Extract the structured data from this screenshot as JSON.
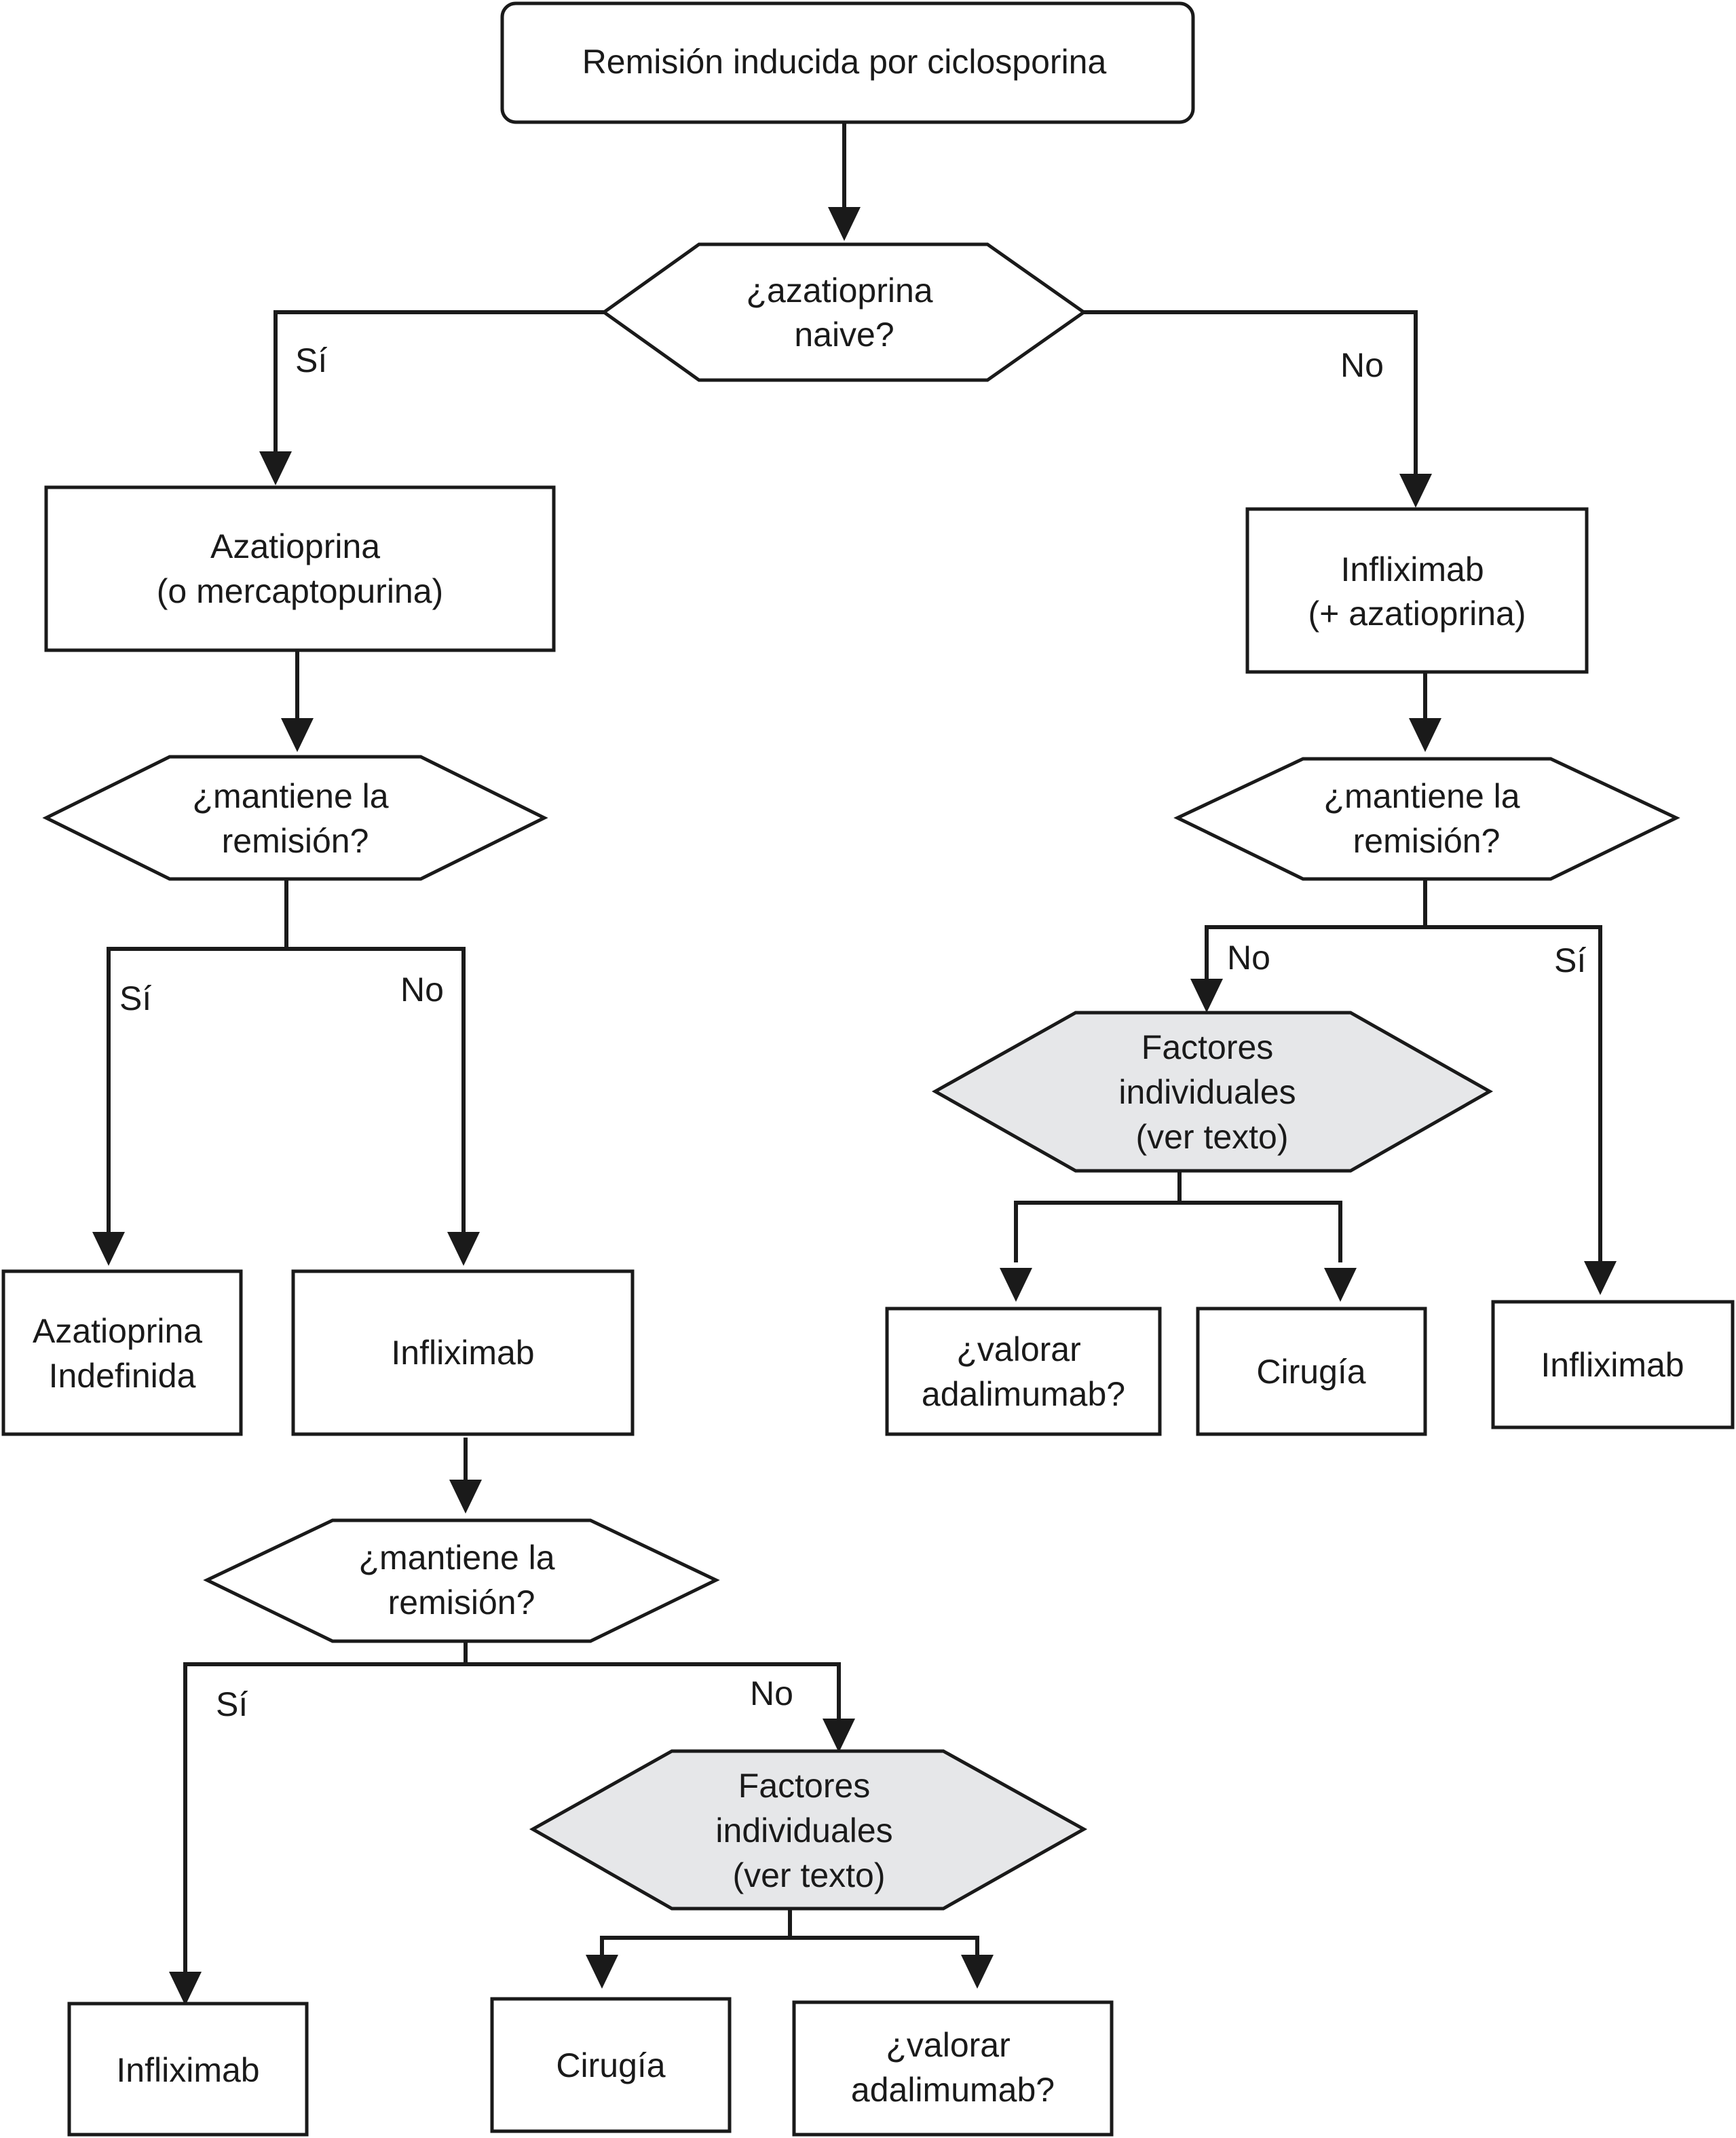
{
  "nodes": {
    "start": [
      "Remisión inducida por ciclosporina"
    ],
    "q_aza_naive": [
      "¿azatioprina",
      "naive?"
    ],
    "aza": [
      "Azatioprina",
      "(o mercaptopurina)"
    ],
    "ifx_aza": [
      "Infliximab",
      "(+ azatioprina)"
    ],
    "q_left": [
      "¿mantiene la",
      "remisión?"
    ],
    "q_right": [
      "¿mantiene la",
      "remisión?"
    ],
    "factors_right": [
      "Factores",
      "individuales",
      "(ver texto)"
    ],
    "aza_indef": [
      "Azatioprina",
      "Indefinida"
    ],
    "ifx_left": [
      "Infliximab"
    ],
    "valorar_right": [
      "¿valorar",
      "adalimumab?"
    ],
    "cirugia_right": [
      "Cirugía"
    ],
    "ifx_right": [
      "Infliximab"
    ],
    "q_bottom": [
      "¿mantiene la",
      "remisión?"
    ],
    "factors_bottom": [
      "Factores",
      "individuales",
      "(ver texto)"
    ],
    "ifx_bottom": [
      "Infliximab"
    ],
    "cirugia_bottom": [
      "Cirugía"
    ],
    "valorar_bottom": [
      "¿valorar",
      "adalimumab?"
    ]
  },
  "branch_labels": {
    "top_yes": "Sí",
    "top_no": "No",
    "left_yes": "Sí",
    "left_no": "No",
    "right_no": "No",
    "right_yes": "Sí",
    "bottom_yes": "Sí",
    "bottom_no": "No"
  },
  "colors": {
    "stroke": "#1a1a1a",
    "decision_fill": "#ffffff",
    "factors_fill": "#e6e7e9"
  }
}
